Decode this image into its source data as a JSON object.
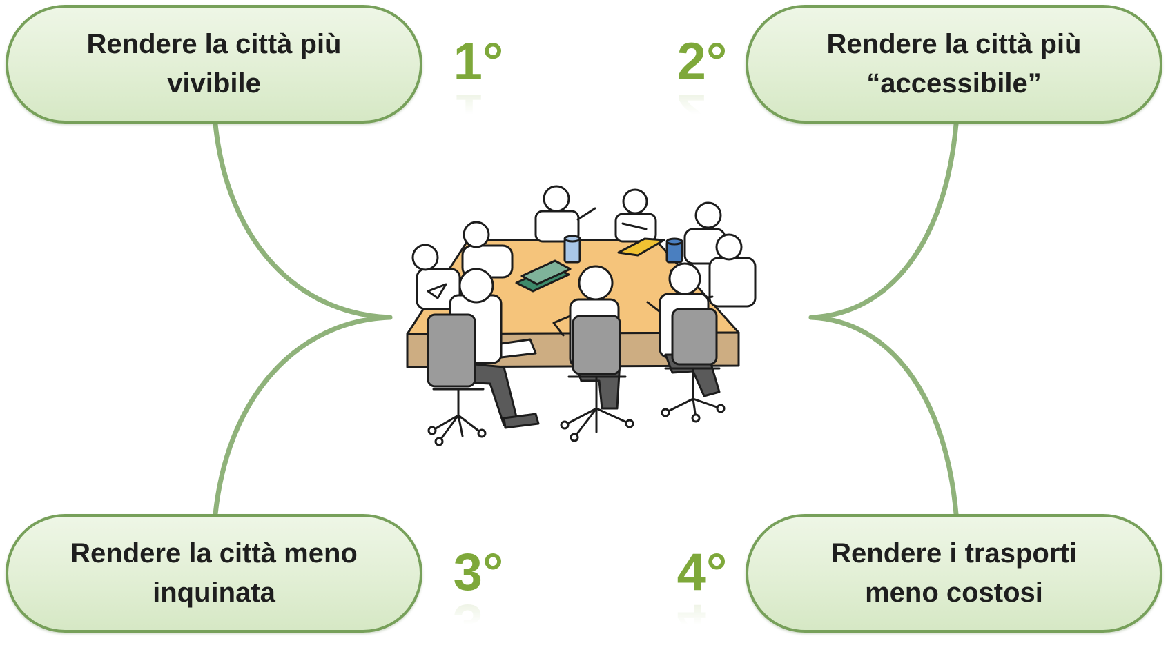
{
  "colors": {
    "accent_green": "#7ea83a",
    "pill_border": "#77a05a",
    "pill_fill": "#e2efd5",
    "connector": "#8fb27a",
    "table_top": "#f4c27a",
    "table_side": "#c9a97c"
  },
  "priorities": [
    {
      "rank": "1°",
      "text": "Rendere la città più vivibile"
    },
    {
      "rank": "2°",
      "text": "Rendere la città più “accessibile”"
    },
    {
      "rank": "3°",
      "text": "Rendere la città meno inquinata"
    },
    {
      "rank": "4°",
      "text": "Rendere i trasporti meno costosi"
    }
  ],
  "illustration": {
    "icon": "meeting-table-icon"
  }
}
